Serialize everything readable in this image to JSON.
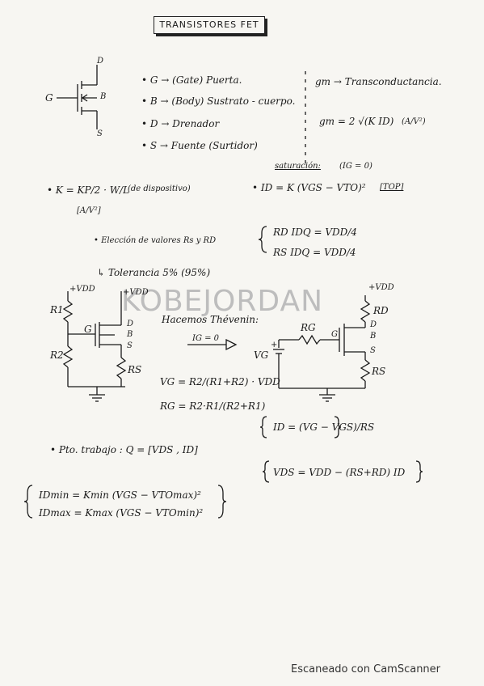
{
  "title": "TRANSISTORES FET",
  "terminals": {
    "d": "D",
    "g": "G",
    "b": "B",
    "s": "S"
  },
  "definitions": [
    "• G → (Gate) Puerta.",
    "• B → (Body) Sustrato - cuerpo.",
    "• D → Drenador",
    "• S → Fuente (Surtidor)"
  ],
  "gm_def": "gm → Transconductancia.",
  "gm_formula": "gm = 2 √(K ID)",
  "gm_units": "(A/V²)",
  "saturation_label": "saturación:",
  "saturation_cond": "(IG = 0)",
  "k_formula": "• K = KP/2 · W/L",
  "k_note": "(de dispositivo)",
  "k_units": "[A/V²]",
  "id_formula": "• ID = K (VGS − VTO)²",
  "id_tag": "[TOP]",
  "election": "• Elección de valores Rs y RD",
  "rd_eq": "RD IDQ = VDD/4",
  "rs_eq": "RS IDQ = VDD/4",
  "tolerance": "↳ Tolerancia 5% (95%)",
  "thevenin": "Hacemos Thévenin:",
  "ig_zero": "IG = 0",
  "circuit_left": {
    "vdd1": "+VDD",
    "vdd2": "+VDD",
    "r1": "R1",
    "r2": "R2",
    "g": "G",
    "d": "D",
    "b": "B",
    "s": "S",
    "rs": "RS"
  },
  "circuit_right": {
    "vdd": "+VDD",
    "rd": "RD",
    "rg": "RG",
    "g": "G",
    "d": "D",
    "b": "B",
    "s": "S",
    "rs": "RS",
    "vg": "VG",
    "plus": "+"
  },
  "vg_formula": "VG = R2/(R1+R2) · VDD",
  "rg_formula": "RG = R2·R1/(R2+R1)",
  "id_circuit": "ID = (VG − VGS)/RS",
  "q_point": "• Pto. trabajo : Q = [VDS , ID]",
  "vds_formula": "VDS = VDD − (RS+RD) ID",
  "idmin": "IDmin = Kmin (VGS − VTOmax)²",
  "idmax": "IDmax = Kmax (VGS − VTOmin)²",
  "watermark": "KOBEJORDAN",
  "footer": "Escaneado con CamScanner"
}
